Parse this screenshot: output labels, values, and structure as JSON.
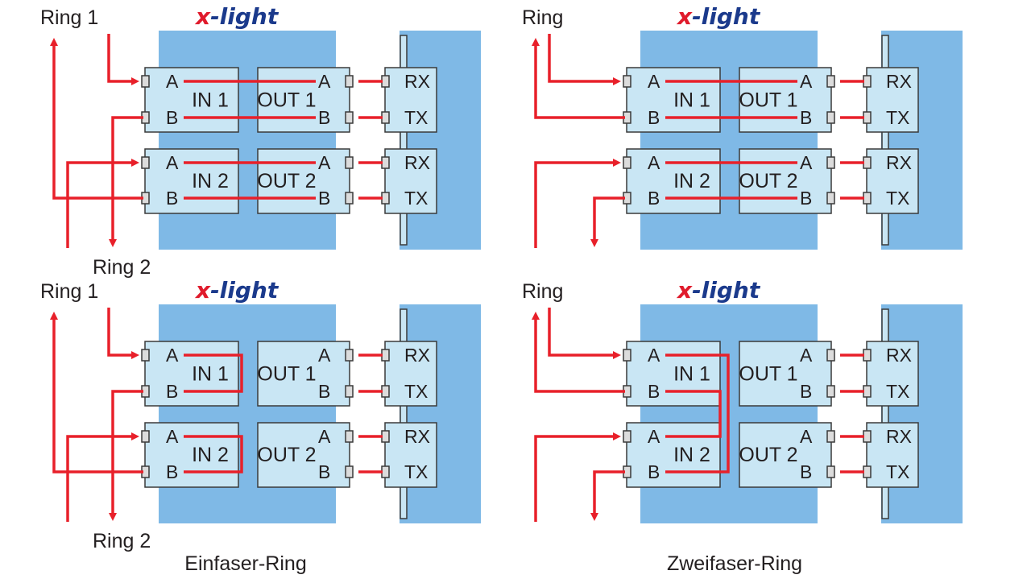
{
  "logo": {
    "prefix": "x",
    "word": "-light"
  },
  "colors": {
    "panel_blue": "#7fb9e6",
    "module_fill": "#c9e6f4",
    "module_stroke": "#3a3a3a",
    "fiber_red": "#e8202a",
    "logo_blue": "#1b3a8c",
    "logo_red": "#e01b2c"
  },
  "diagrams": [
    {
      "id": "top-left",
      "ring_top": "Ring 1",
      "ring_bottom": "Ring 2"
    },
    {
      "id": "top-right",
      "ring_top": "Ring",
      "ring_bottom": ""
    },
    {
      "id": "bottom-left",
      "ring_top": "Ring 1",
      "ring_bottom": "Ring 2"
    },
    {
      "id": "bottom-right",
      "ring_top": "Ring",
      "ring_bottom": ""
    }
  ],
  "modules": {
    "in1": "IN 1",
    "in2": "IN 2",
    "out1": "OUT 1",
    "out2": "OUT 2"
  },
  "ports": {
    "a": "A",
    "b": "B",
    "rx": "RX",
    "tx": "TX"
  },
  "captions": {
    "left": "Einfaser-Ring",
    "right": "Zweifaser-Ring"
  }
}
